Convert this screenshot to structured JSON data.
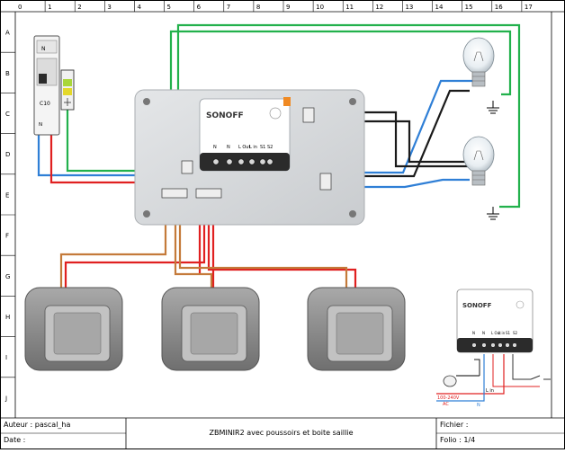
{
  "grid": {
    "columns": [
      "0",
      "1",
      "2",
      "3",
      "4",
      "5",
      "6",
      "7",
      "8",
      "9",
      "10",
      "11",
      "12",
      "13",
      "14",
      "15",
      "16",
      "17"
    ],
    "rows": [
      "A",
      "B",
      "C",
      "D",
      "E",
      "F",
      "G",
      "H",
      "I",
      "J"
    ]
  },
  "title_block": {
    "author": "Auteur : pascal_ha",
    "date": "Date :",
    "title": "ZBMINIR2 avec poussoirs et boite saillie",
    "file": "Fichier :",
    "folio": "Folio : 1/4"
  },
  "breaker": {
    "top_label": "N",
    "rating": "C10",
    "bottom_label": "N"
  },
  "module": {
    "brand": "SONOFF",
    "terminals": [
      "N",
      "N",
      "L Out",
      "L in",
      "S1",
      "S2"
    ]
  },
  "inset": {
    "brand": "SONOFF",
    "terminals": [
      "N",
      "N",
      "L Out",
      "L in",
      "S1",
      "S2"
    ],
    "lin_label": "L in",
    "supply_label": "100-240V",
    "ac_label": "AC",
    "n_label": "N"
  },
  "colors": {
    "phase": "#e02020",
    "neutral": "#2f7fd6",
    "earth": "#22b14c",
    "return": "#1a1a1a",
    "switch_wire": "#c47a3a",
    "bridge": "#8a4fb0"
  }
}
